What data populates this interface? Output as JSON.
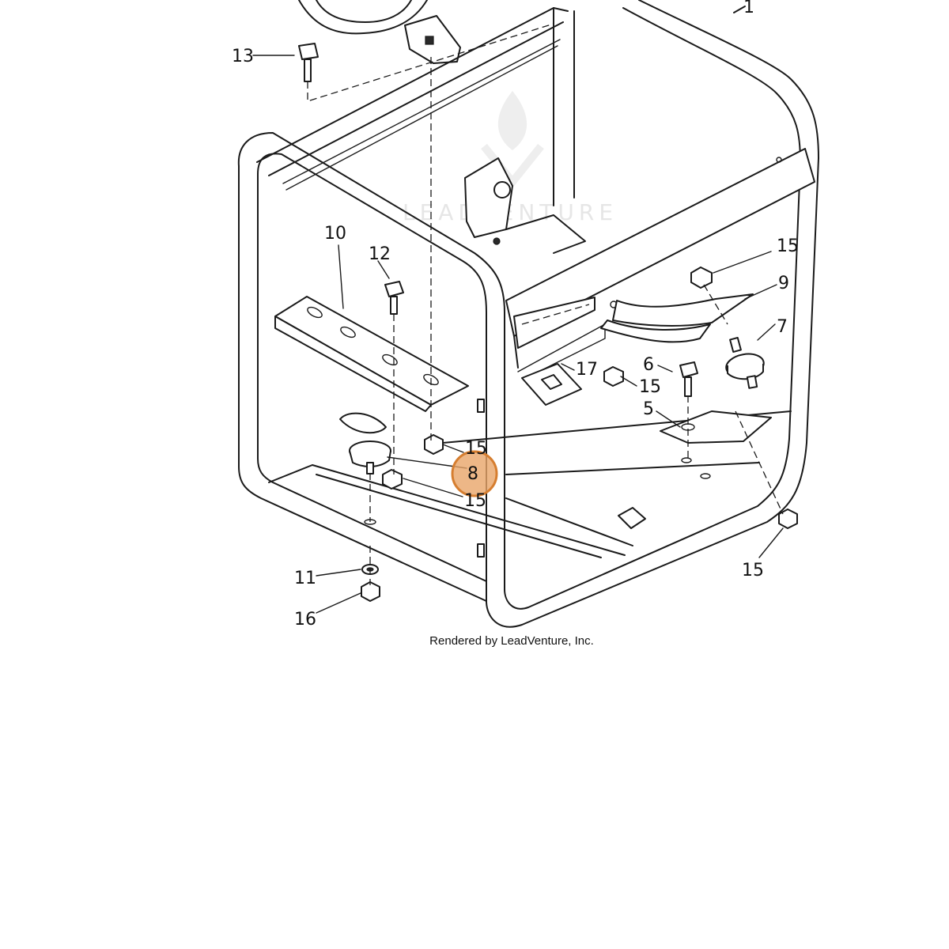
{
  "diagram": {
    "callouts": [
      {
        "id": "1",
        "text": "1"
      },
      {
        "id": "13",
        "text": "13"
      },
      {
        "id": "10",
        "text": "10"
      },
      {
        "id": "12",
        "text": "12"
      },
      {
        "id": "15a",
        "text": "15"
      },
      {
        "id": "9",
        "text": "9"
      },
      {
        "id": "7",
        "text": "7"
      },
      {
        "id": "17",
        "text": "17"
      },
      {
        "id": "6",
        "text": "6"
      },
      {
        "id": "15b",
        "text": "15"
      },
      {
        "id": "5",
        "text": "5"
      },
      {
        "id": "15c",
        "text": "15"
      },
      {
        "id": "8",
        "text": "8"
      },
      {
        "id": "15d",
        "text": "15"
      },
      {
        "id": "15e",
        "text": "15"
      },
      {
        "id": "11",
        "text": "11"
      },
      {
        "id": "16",
        "text": "16"
      }
    ],
    "highlighted_callout": "8",
    "highlight_color": "#E08A3C",
    "watermark": "LEADVENTURE",
    "credit": "Rendered by LeadVenture, Inc."
  }
}
